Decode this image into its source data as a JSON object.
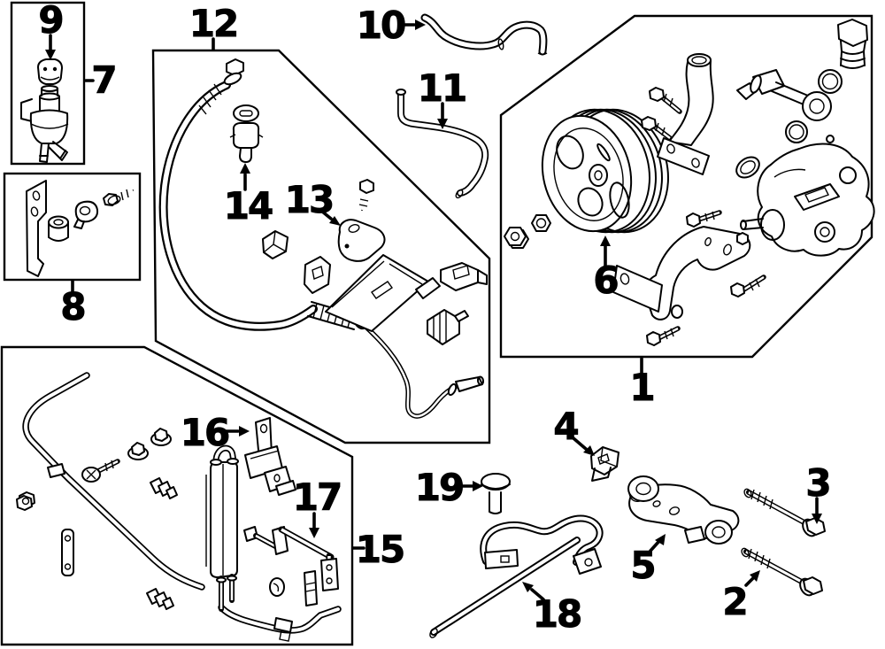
{
  "diagram": {
    "background": "#ffffff",
    "line_color": "#000000",
    "callout_color": "#000000",
    "description_type": "exploded-parts-diagram",
    "callouts": [
      {
        "num": "1"
      },
      {
        "num": "2"
      },
      {
        "num": "3"
      },
      {
        "num": "4"
      },
      {
        "num": "5"
      },
      {
        "num": "6"
      },
      {
        "num": "7"
      },
      {
        "num": "8"
      },
      {
        "num": "9"
      },
      {
        "num": "10"
      },
      {
        "num": "11"
      },
      {
        "num": "12"
      },
      {
        "num": "13"
      },
      {
        "num": "14"
      },
      {
        "num": "15"
      },
      {
        "num": "16"
      },
      {
        "num": "17"
      },
      {
        "num": "18"
      },
      {
        "num": "19"
      }
    ]
  }
}
